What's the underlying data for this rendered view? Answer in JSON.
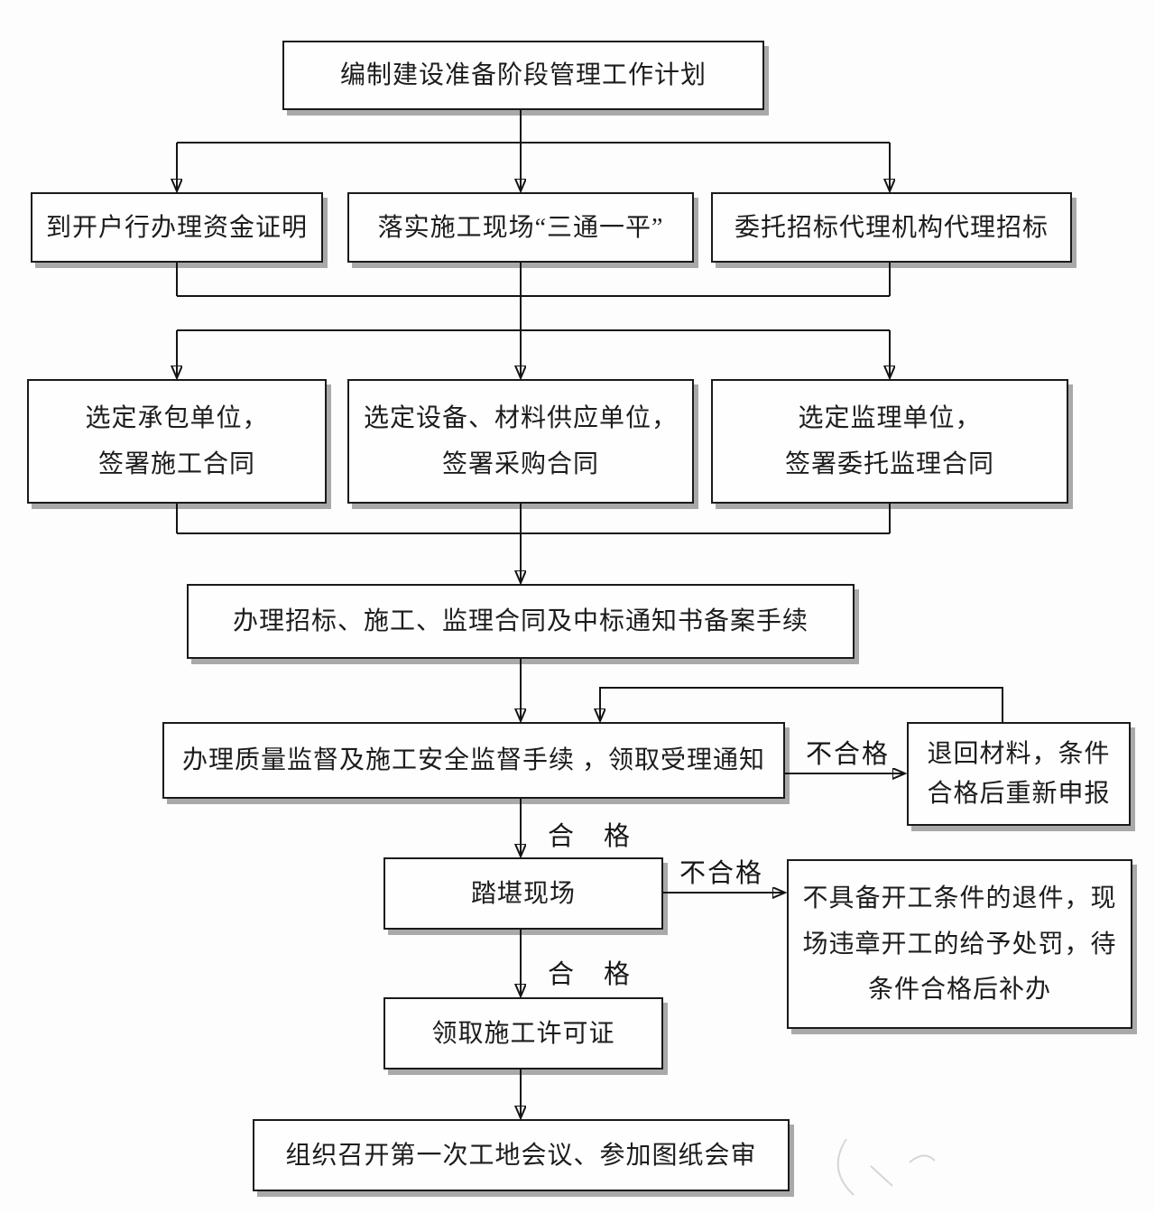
{
  "diagram": {
    "nodes": {
      "plan": {
        "text": "编制建设准备阶段管理工作计划"
      },
      "fund": {
        "text": "到开户行办理资金证明"
      },
      "site": {
        "text": "落实施工现场“三通一平”"
      },
      "agency": {
        "text": "委托招标代理机构代理招标"
      },
      "contractor": {
        "lines": [
          "选定承包单位，",
          "签署施工合同"
        ]
      },
      "supplier": {
        "lines": [
          "选定设备、材料供应单位，",
          "签署采购合同"
        ]
      },
      "supervisor": {
        "lines": [
          "选定监理单位，",
          "签署委托监理合同"
        ]
      },
      "record": {
        "text": "办理招标、施工、监理合同及中标通知书备案手续"
      },
      "quality": {
        "text": "办理质量监督及施工安全监督手续 ，领取受理通知"
      },
      "return_material": {
        "lines": [
          "退回材料，条件",
          "合格后重新申报"
        ]
      },
      "site_visit": {
        "text": "踏堪现场"
      },
      "reject": {
        "lines": [
          "不具备开工条件的退件，现",
          "场违章开工的给予处罚，待",
          "条件合格后补办"
        ]
      },
      "permit": {
        "text": "领取施工许可证"
      },
      "meeting": {
        "text": "组织召开第一次工地会议、参加图纸会审"
      }
    },
    "edge_labels": {
      "unqualified_1": "不合格",
      "qualified_1": "合　格",
      "unqualified_2": "不合格",
      "qualified_2": "合　格"
    },
    "colors": {
      "box_border": "#1a1a1a",
      "box_fill": "#fefefe",
      "box_shadow": "#a9a9a9",
      "line": "#141414",
      "text": "#1c1c1c",
      "background": "#fefdfd"
    }
  }
}
